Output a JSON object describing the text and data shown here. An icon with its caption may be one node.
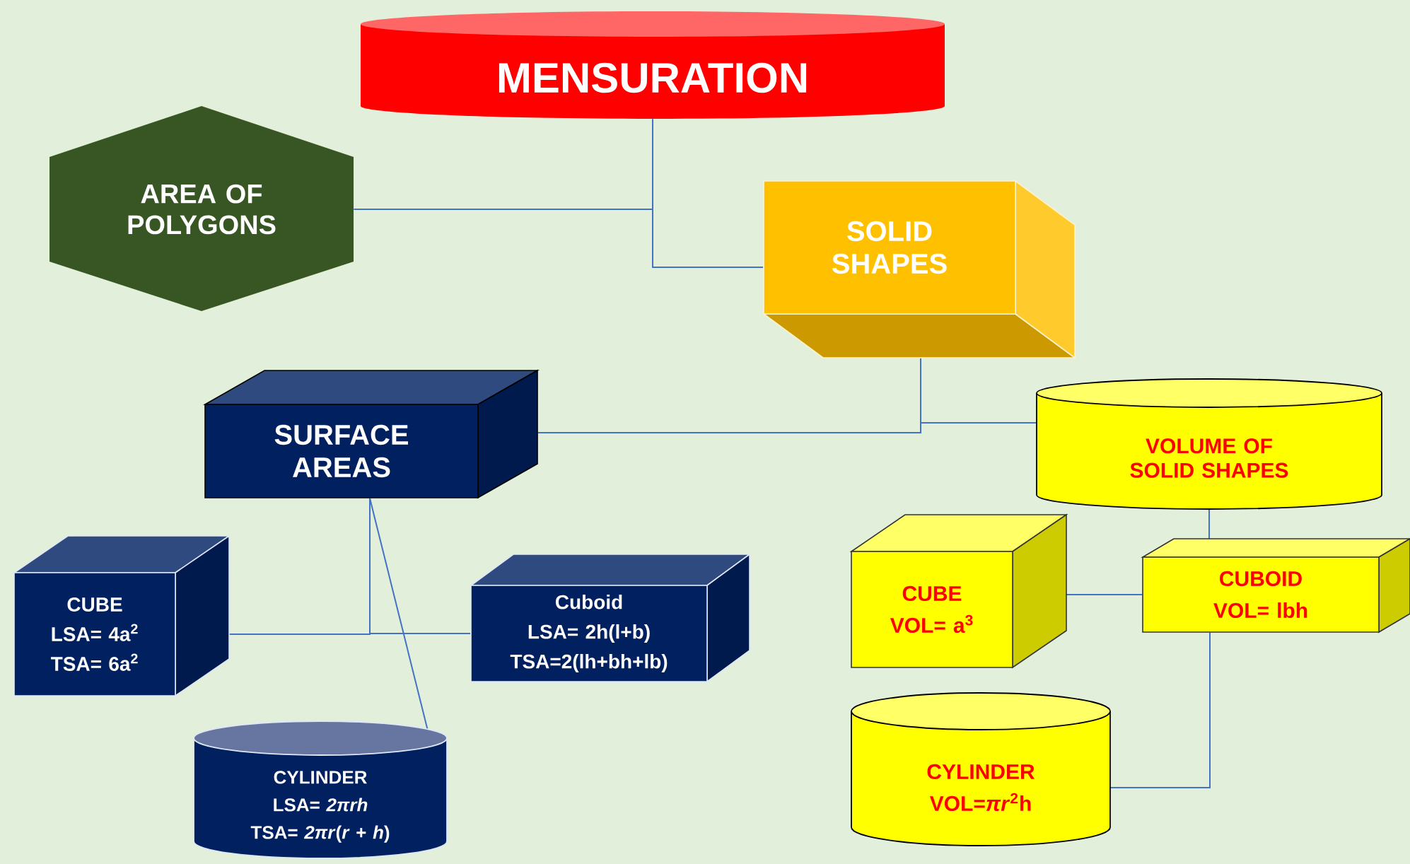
{
  "diagram": {
    "nodes": [
      {
        "text": [
          "MENSURATION"
        ]
      },
      {
        "text": [
          "AREA OF POLYGONS"
        ]
      },
      {
        "text": [
          "SOLID SHAPES"
        ]
      },
      {
        "text": [
          "SURFACE AREAS"
        ]
      },
      {
        "text": [
          "VOLUME OF SOLID SHAPES"
        ]
      },
      {
        "text": [
          "CUBE",
          "LSA= 4a$^{2}$",
          "TSA= 6a$^{2}$"
        ]
      },
      {
        "text": [
          "Cuboid",
          "LSA= 2h(l+b)",
          "TSA=2(lh+bh+lb)"
        ]
      },
      {
        "text": [
          "CYLINDER",
          "LSA= *2πrh*",
          "TSA= *2πr*(*r* + *h*)"
        ]
      },
      {
        "text": [
          "CUBE",
          "VOL= a$^{3}$"
        ]
      },
      {
        "text": [
          "CUBOID",
          "VOL= lbh"
        ]
      },
      {
        "text": [
          "CYLINDER",
          "VOL=*πr*$^{2}$h"
        ]
      }
    ],
    "edges": [
      {
        "from": 0,
        "to": 1,
        "arrow": "none"
      },
      {
        "from": 0,
        "to": 2,
        "arrow": "none"
      },
      {
        "from": 2,
        "to": 3,
        "arrow": "none"
      },
      {
        "from": 2,
        "to": 4,
        "arrow": "none"
      },
      {
        "from": 3,
        "to": 5,
        "arrow": "none"
      },
      {
        "from": 3,
        "to": 6,
        "arrow": "none"
      },
      {
        "from": 3,
        "to": 7,
        "arrow": "none"
      },
      {
        "from": 4,
        "to": 9,
        "arrow": "none"
      },
      {
        "from": 9,
        "to": 8,
        "arrow": "none"
      },
      {
        "from": 9,
        "to": 10,
        "arrow": "none"
      }
    ]
  }
}
